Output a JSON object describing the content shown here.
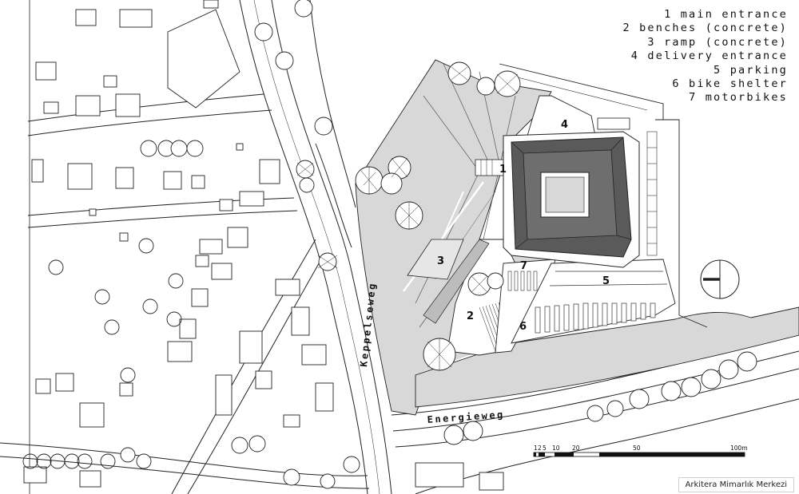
{
  "legend": {
    "items": [
      "1 main entrance",
      "2 benches (concrete)",
      "3 ramp (concrete)",
      "4 delivery entrance",
      "5 parking",
      "6 bike shelter",
      "7 motorbikes"
    ]
  },
  "map_labels": {
    "n1": "1",
    "n2": "2",
    "n3": "3",
    "n4": "4",
    "n5": "5",
    "n6": "6",
    "n7": "7"
  },
  "streets": {
    "keppelseweg": "Keppelseweg",
    "energieweg": "Energieweg"
  },
  "scale_bar": {
    "labels": [
      "1",
      "2",
      "5",
      "10",
      "20",
      "50",
      "100m"
    ]
  },
  "watermark": "Arkitera Mimarlık Merkezi",
  "colors": {
    "site_fill": "#d8d8d8",
    "roof_fill": "#5a5a5a",
    "line": "#222222"
  }
}
